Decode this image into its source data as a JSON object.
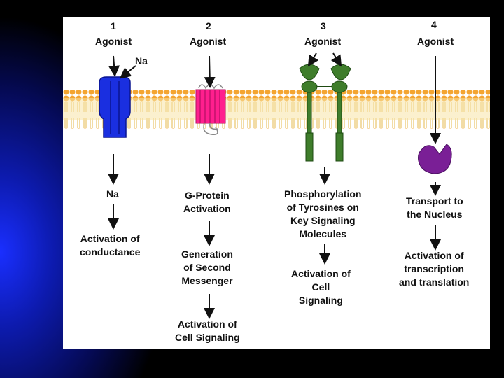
{
  "colors": {
    "background": "#000000",
    "accent_blue": "#1a2fff",
    "panel": "#ffffff",
    "membrane": "#f4a531",
    "channel_blue": "#1a2fe0",
    "gpcr_pink": "#ff1f8e",
    "rtk_green": "#3f7d2b",
    "nuclear_purple": "#7a1f96"
  },
  "columns": [
    {
      "number": "1",
      "agonist": "Agonist",
      "ion_label": "Na",
      "steps": [
        "Na",
        "Activation of\nconductance"
      ]
    },
    {
      "number": "2",
      "agonist": "Agonist",
      "steps": [
        "G-Protein\nActivation",
        "Generation\nof Second\nMessenger",
        "Activation of\nCell Signaling"
      ]
    },
    {
      "number": "3",
      "agonist": "Agonist",
      "steps": [
        "Phosphorylation\nof Tyrosines on\nKey Signaling\nMolecules",
        "Activation of\nCell\nSignaling"
      ]
    },
    {
      "number": "4",
      "agonist": "Agonist",
      "steps": [
        "Transport to\nthe Nucleus",
        "Activation of\ntranscription\nand translation"
      ]
    }
  ],
  "icons": [
    "ion-channel-icon",
    "gpcr-icon",
    "receptor-tyrosine-kinase-icon",
    "nuclear-receptor-icon"
  ]
}
